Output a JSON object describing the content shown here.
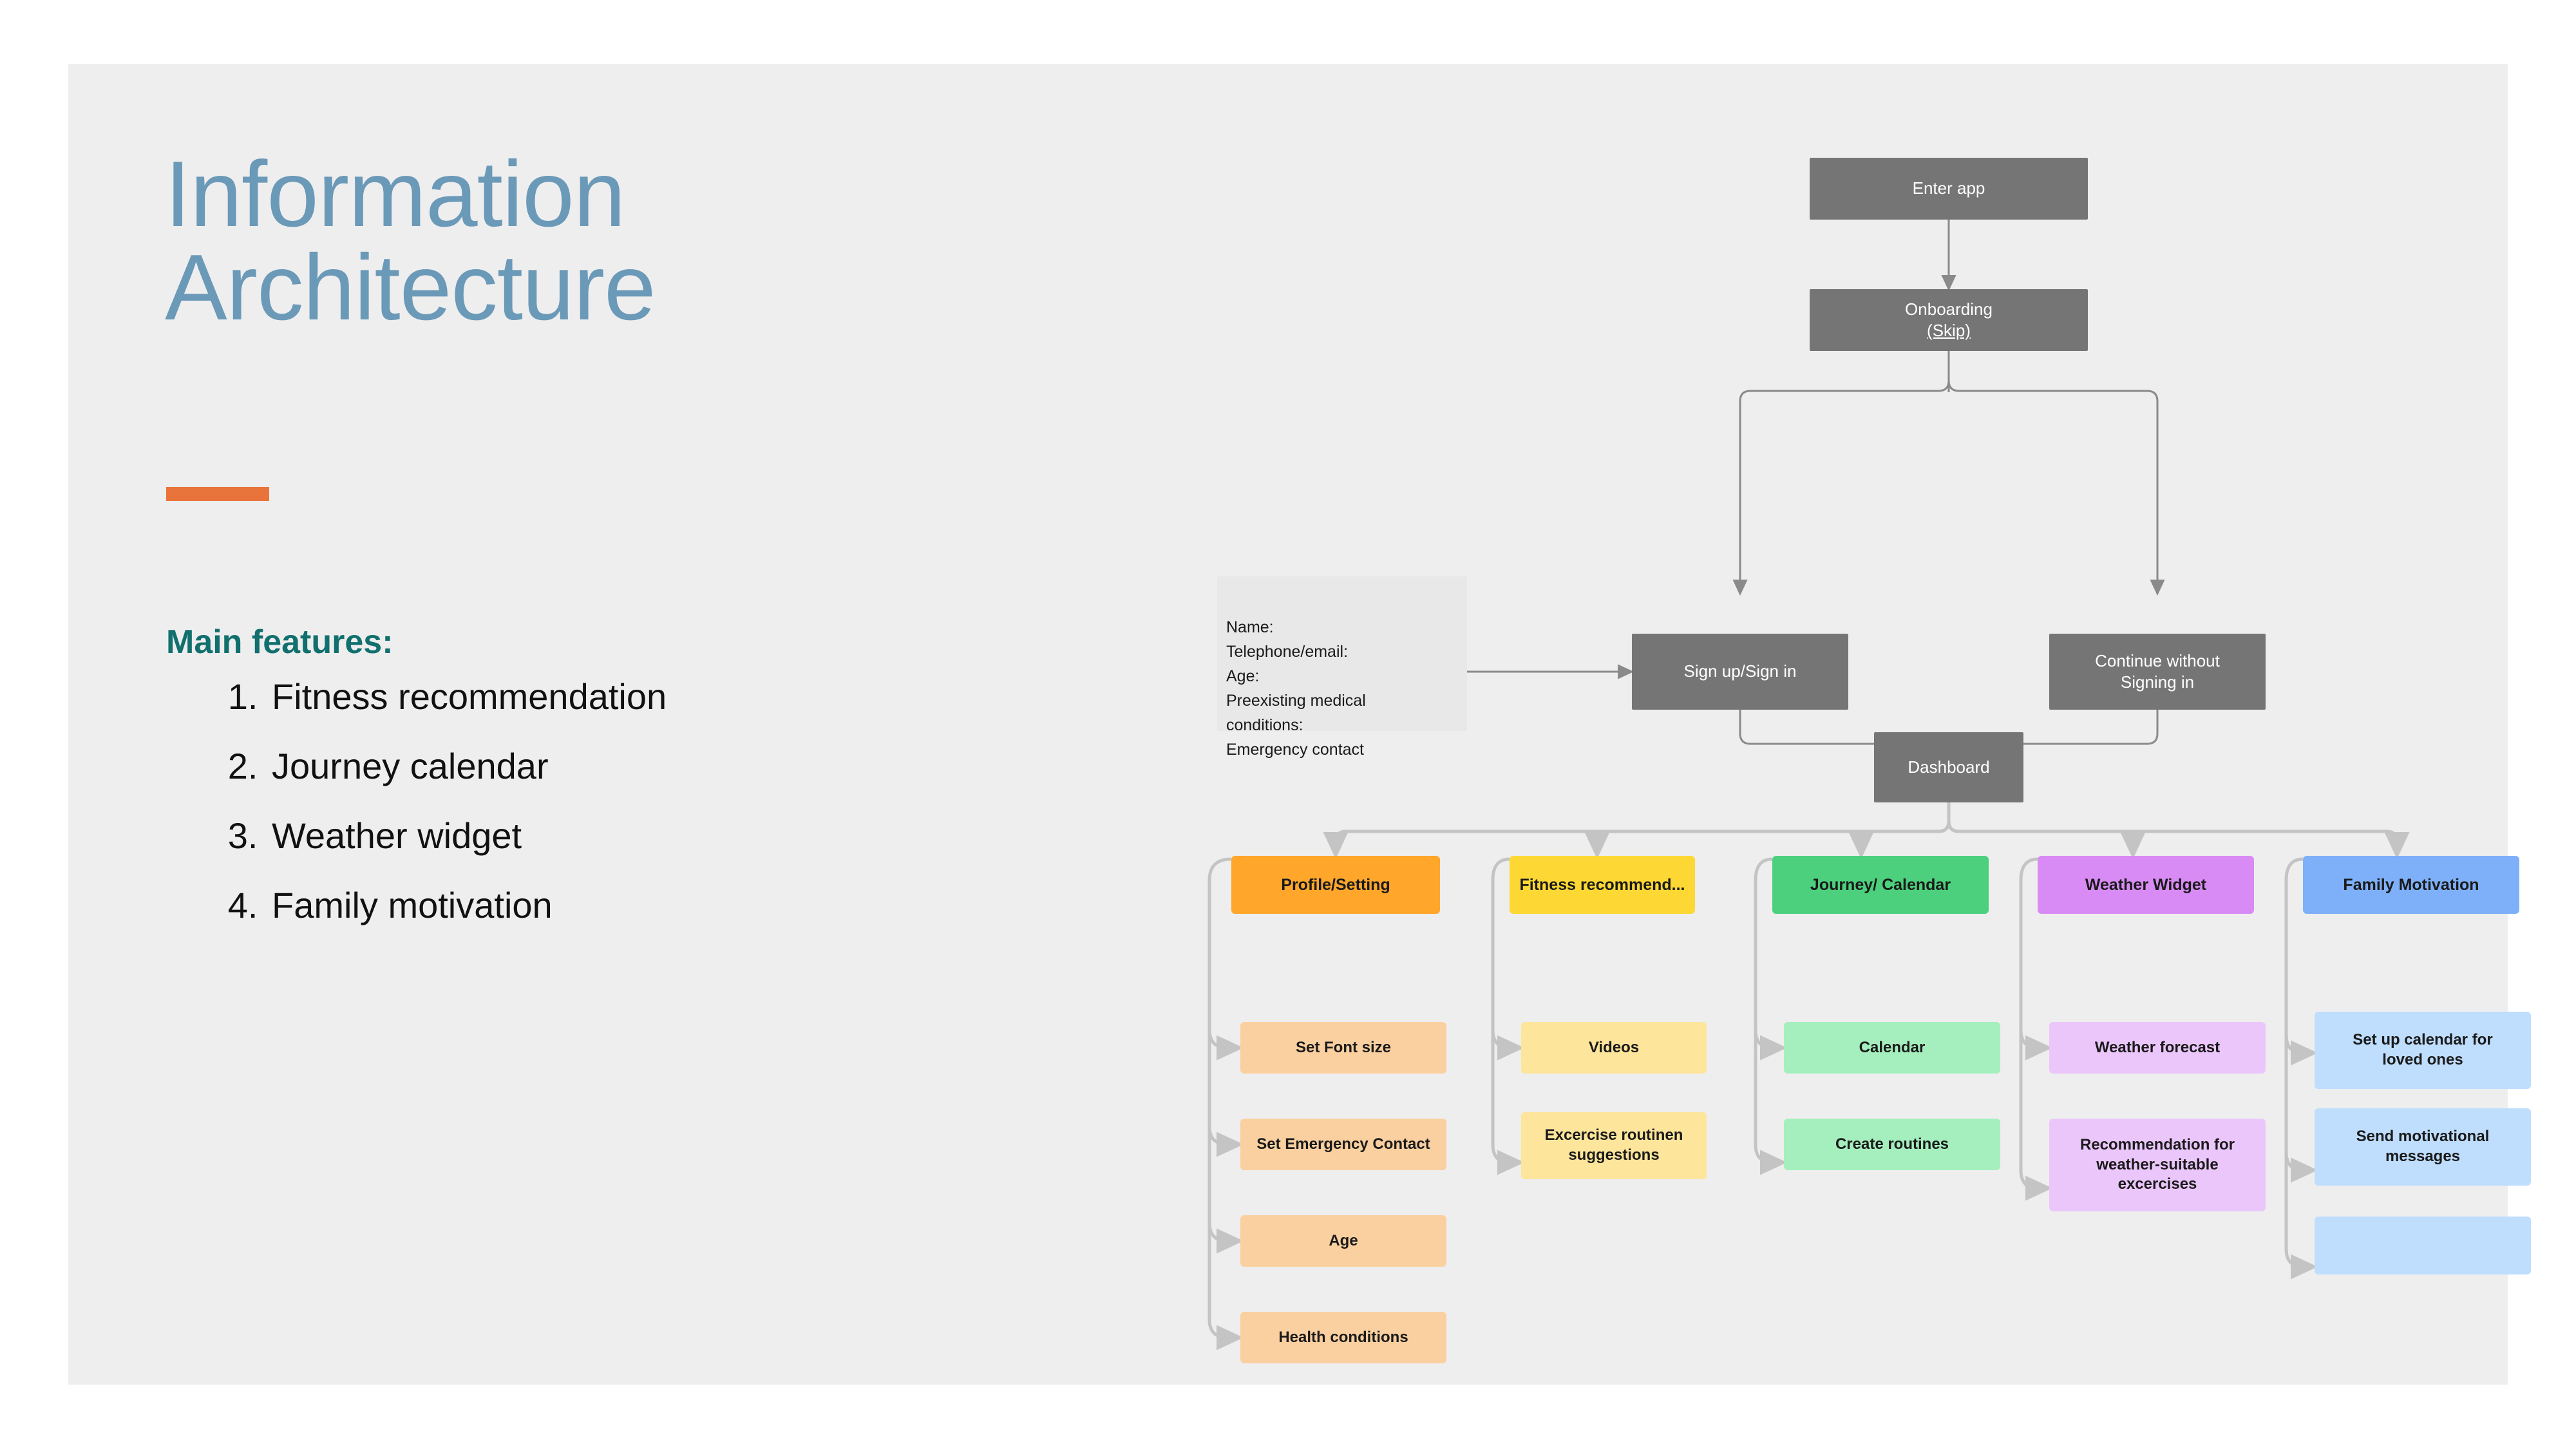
{
  "slide": {
    "title": "Information\nArchitecture",
    "accent_color": "#e8743b",
    "title_color": "#6b99b8",
    "background": "#eeeeee"
  },
  "features": {
    "heading": "Main features:",
    "heading_color": "#11706e",
    "items": [
      "Fitness recommendation",
      "Journey calendar",
      "Weather widget",
      "Family motivation"
    ]
  },
  "flow": {
    "note": {
      "text": "Name:\nTelephone/email:\nAge:\nPreexisting medical\nconditions:\nEmergency contact",
      "background": "#e8e8e8"
    },
    "top_nodes": [
      {
        "label": "Enter app",
        "color": "#757575"
      },
      {
        "label_line1": "Onboarding",
        "label_line2": "(Skip)",
        "color": "#757575"
      },
      {
        "label": "Sign up/Sign in",
        "color": "#757575"
      },
      {
        "label": "Continue without\nSigning in",
        "color": "#757575"
      },
      {
        "label": "Dashboard",
        "color": "#757575"
      }
    ],
    "categories": [
      {
        "label": "Profile/Setting",
        "color": "#FFA62B",
        "child_color": "#FBD0A0",
        "children": [
          "Set Font size",
          "Set Emergency Contact",
          "Age",
          "Health conditions"
        ]
      },
      {
        "label": "Fitness recommend...",
        "color": "#FDD835",
        "child_color": "#FDE59B",
        "children": [
          "Videos",
          "Excercise routinen\nsuggestions"
        ]
      },
      {
        "label": "Journey/ Calendar",
        "color": "#4CD07D",
        "child_color": "#A5EFBE",
        "children": [
          "Calendar",
          "Create routines"
        ]
      },
      {
        "label": "Weather Widget",
        "color": "#D98BF5",
        "child_color": "#EBC6FB",
        "children": [
          "Weather forecast",
          "Recommendation for\nweather-suitable\nexcercises"
        ]
      },
      {
        "label": "Family Motivation",
        "color": "#7EB0F9",
        "child_color": "#BFDDFD",
        "children": [
          "Set up calendar for\nloved ones",
          "Send motivational\nmessages",
          ""
        ]
      }
    ]
  }
}
